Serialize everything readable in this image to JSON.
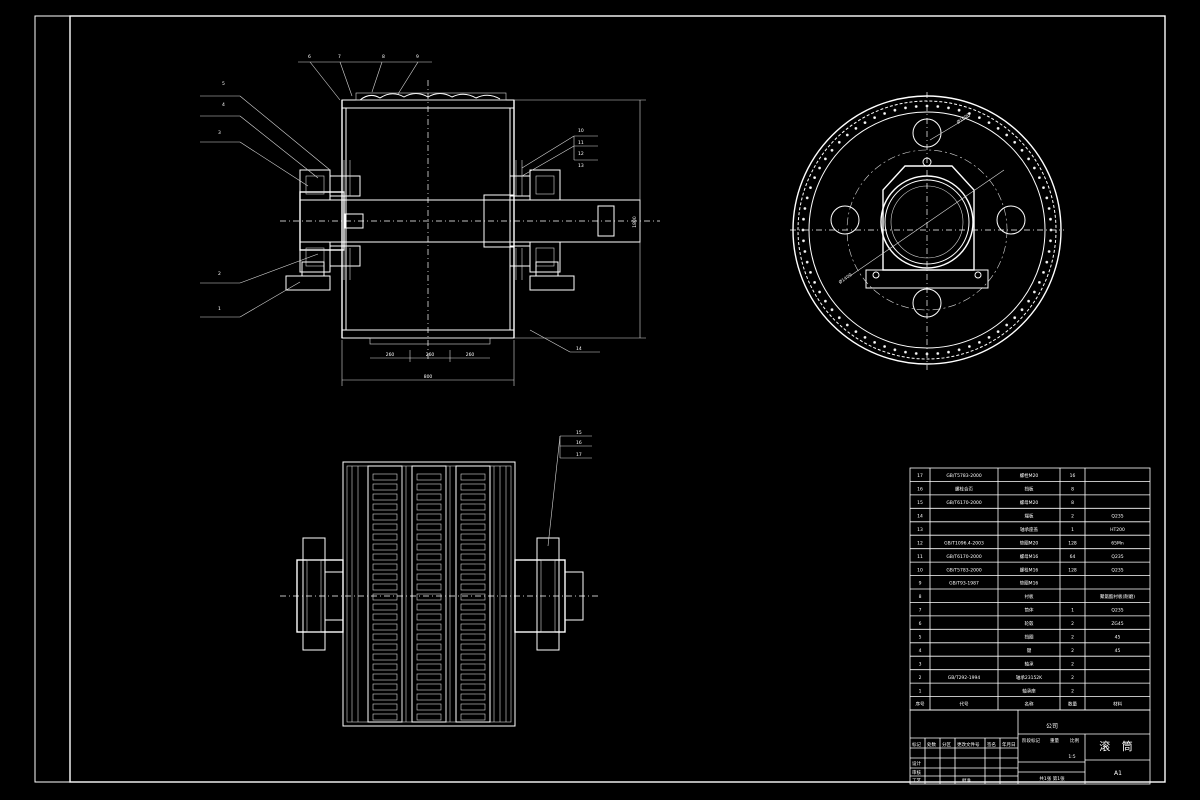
{
  "drawing": {
    "title": "滚 筒",
    "scale": "1:5",
    "sheet_size": "A1",
    "sheet_info": "共1张  第1张",
    "company": "公司"
  },
  "balloons": {
    "left": [
      "5",
      "4",
      "3",
      "2",
      "1"
    ],
    "top": [
      "6",
      "7",
      "8",
      "9"
    ],
    "right_upper": [
      "10",
      "11",
      "12",
      "13"
    ],
    "right_lower": [
      "14"
    ],
    "bottom_view": [
      "15",
      "16",
      "17"
    ]
  },
  "dims": {
    "main_length": "1200",
    "drum_width": "800",
    "seg1": "260",
    "seg2": "260",
    "seg3": "260",
    "height": "1800",
    "diam1": "Ø1600",
    "diam2": "Ø1400"
  },
  "bom": {
    "header": [
      "序号",
      "代号",
      "名称",
      "数量",
      "材料"
    ],
    "rows": [
      [
        "17",
        "GB/T5783-2000",
        "螺栓M20",
        "16",
        ""
      ],
      [
        "16",
        "螺栓合页",
        "挡板",
        "8",
        ""
      ],
      [
        "15",
        "GB/T6170-2000",
        "螺母M20",
        "8",
        ""
      ],
      [
        "14",
        "",
        "端板",
        "2",
        "Q235"
      ],
      [
        "13",
        "",
        "轴承座盖",
        "1",
        "HT200"
      ],
      [
        "12",
        "GB/T1096.4-2003",
        "垫圈M20",
        "128",
        "65Mn"
      ],
      [
        "11",
        "GB/T6170-2000",
        "螺母M16",
        "64",
        "Q235"
      ],
      [
        "10",
        "GB/T5783-2000",
        "螺栓M16",
        "128",
        "Q235"
      ],
      [
        "9",
        "GB/T93-1987",
        "垫圈M16",
        "",
        ""
      ],
      [
        "8",
        "",
        "衬板",
        "",
        "聚氨酯衬板(耐磨)"
      ],
      [
        "7",
        "",
        "筒体",
        "1",
        "Q235"
      ],
      [
        "6",
        "",
        "轮毂",
        "2",
        "ZG45"
      ],
      [
        "5",
        "",
        "挡圈",
        "2",
        "45"
      ],
      [
        "4",
        "",
        "键",
        "2",
        "45"
      ],
      [
        "3",
        "",
        "轴承",
        "2",
        ""
      ],
      [
        "2",
        "GB/T292-1994",
        "轴承23152K",
        "2",
        ""
      ],
      [
        "1",
        "",
        "轴承座",
        "2",
        ""
      ]
    ]
  },
  "title_block": {
    "labels": [
      "标记",
      "处数",
      "分区",
      "更改文件号",
      "签名",
      "年月日"
    ],
    "rows": [
      "设计",
      "审核",
      "工艺"
    ],
    "approve": "批准",
    "stage": "阶段标记",
    "weight": "重量",
    "ratio": "比例"
  }
}
